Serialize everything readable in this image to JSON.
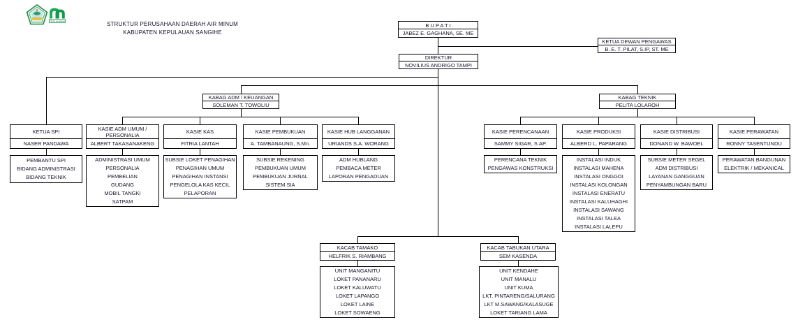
{
  "header": {
    "title_line1": "STRUKTUR PERUSAHAAN DAERAH AIR MINUM",
    "title_line2": "KABUPATEN KEPULAUAN SANGIHE",
    "pdam_logo_caption": "TIRTA DHARMA"
  },
  "colors": {
    "line": "#000000",
    "text": "#14142b",
    "seal_green": "#1f8a3d",
    "pdam_green": "#1faa59",
    "seal_yellow": "#f2c427",
    "seal_blue": "#bfe3f2"
  },
  "nodes": {
    "bupati": {
      "title": "B U P A T I",
      "name": "JABEZ E. GAGHANA, SE. ME"
    },
    "dewan": {
      "title": "KETUA DEWAN PENGAWAS",
      "name": "B. E. T. PILAT, S.IP, ST. ME"
    },
    "direktur": {
      "title": "DIREKTUR",
      "name": "NOVILIUS ANDRIGO TAMPI"
    },
    "spi": {
      "title": "KETUA  SPI",
      "name": "NASER PANDAWA",
      "staff": [
        "PEMBANTU SPI",
        "BIDANG ADMINISTRASI",
        "BIDANG TEKNIK"
      ]
    },
    "kabag_adm": {
      "title": "KABAG ADM / KEUANGAN",
      "name": "SOLEMAN T. TOWOLIU"
    },
    "kabag_teknik": {
      "title": "KABAG TEKNIK",
      "name": "PELITA LOLAROH"
    },
    "kasie_adm": {
      "title": "KASIE ADM UMUM / PERSONALIA",
      "name": "ALBERT TAKASANAKENG",
      "staff": [
        "ADMINISTRASI UMUM",
        "PERSONALIA",
        "PEMBELIAN",
        "GUDANG",
        "MOBIL TANGKI",
        "SATPAM"
      ]
    },
    "kasie_kas": {
      "title": "KASIE KAS",
      "name": "FITRIA LANTAH",
      "staff": [
        "SUBSIE LOKET PENAGIHAN",
        "PENAGIHAN UMUM",
        "PENAGIHAN INSTANSI",
        "PENGELOLA KAS KECIL",
        "PELAPORAN"
      ]
    },
    "kasie_pembukuan": {
      "title": "KASIE PEMBUKUAN",
      "name": "A. TAMBANAUNG, S.Mn.",
      "staff": [
        "SUBSIE REKENING",
        "PEMBUKUAN UMUM",
        "PEMBUKUAN JURNAL",
        "SISTEM SIA"
      ]
    },
    "kasie_hublang": {
      "title": "KASIE HUB LANGGANAN",
      "name": "URIANDS S.A. WORANG",
      "staff": [
        "ADM HUBLANG",
        "PEMBACA METER",
        "LAPORAN PENGADUAN"
      ]
    },
    "kasie_perencanaan": {
      "title": "KASIE PERENCANAAN",
      "name": "SAMMY SIGAR, S.AP.",
      "staff": [
        "PERENCANA TEKNIK",
        "PENGAWAS KONSTRUKSI"
      ]
    },
    "kasie_produksi": {
      "title": "KASIE PRODUKSI",
      "name": "ALBERD L. PAPARANG",
      "staff": [
        "INSTALASI INDUK",
        "INSTALASI MAHENA",
        "INSTALASI ONGGOI",
        "INSTALASI KOLONGAN",
        "INSTALASI ENERATU",
        "INSTALASI KALUHAGHI",
        "INSTALASI SAWANG",
        "INSTALASI TALEA",
        "INSTALASI LALEPU"
      ]
    },
    "kasie_distribusi": {
      "title": "KASIE DISTRIBUSI",
      "name": "DONAND W. BAWOEL",
      "staff": [
        "SUBSIE METER SEGEL",
        "ADM DISTRIBUSI",
        "LAYANAN GANGGUAN",
        "PENYAMBUNGAN BARU"
      ]
    },
    "kasie_perawatan": {
      "title": "KASIE PERAWATAN",
      "name": "RONNY TASENTUNDU",
      "staff": [
        "PERAWATAN BANGUNAN",
        "ELEKTRIK / MEKANICAL"
      ]
    },
    "kacab_tamako": {
      "title": "KACAB TAMAKO",
      "name": "HELFRIK S. RIAMBANG",
      "staff": [
        "UNIT MANGANITU",
        "LOKET PANANARU",
        "LOKET KALUWATU",
        "LOKET LAPANGO",
        "LOKET LAINE",
        "LOKET SOWAENG"
      ]
    },
    "kacab_tabukan": {
      "title": "KACAB TABUKAN UTARA",
      "name": "SEM KASENDA",
      "staff": [
        "UNIT KENDAHE",
        "UNIT MANALU",
        "UNIT KUMA",
        "LKT. PINTARENG/SALURANG",
        "LKT M.SAWANG/KALASUGE",
        "LOKET TARIANG LAMA"
      ]
    }
  }
}
